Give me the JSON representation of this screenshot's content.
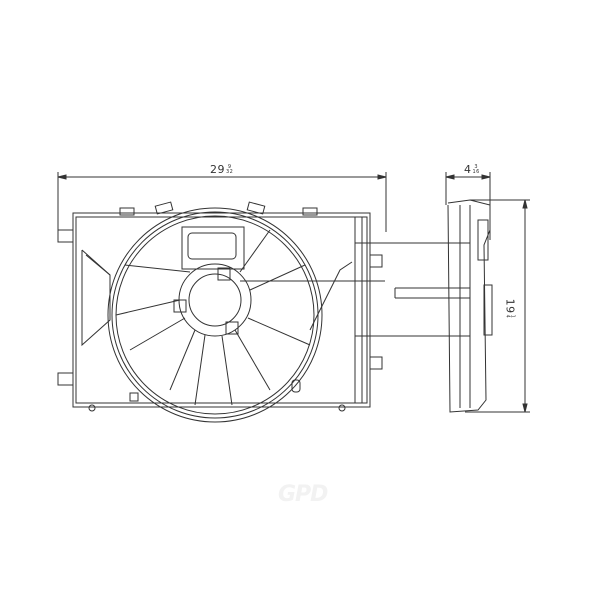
{
  "title": "Cooling fan assembly dimension drawing",
  "dimensions": {
    "width": {
      "whole": "29",
      "num": "9",
      "den": "32",
      "unit": "in"
    },
    "depth": {
      "whole": "4",
      "num": "3",
      "den": "16",
      "unit": "in"
    },
    "height": {
      "whole": "19",
      "num": "1",
      "den": "4",
      "unit": "in"
    }
  },
  "views": [
    {
      "name": "front-view",
      "description": "Radiator fan shroud with circular fan ring, motor hub and spokes"
    },
    {
      "name": "side-view",
      "description": "Side profile of shroud and motor"
    }
  ],
  "watermark": {
    "text": "GPD"
  },
  "colors": {
    "line": "#333333",
    "background": "#ffffff",
    "watermark": "#f2f2f2"
  }
}
